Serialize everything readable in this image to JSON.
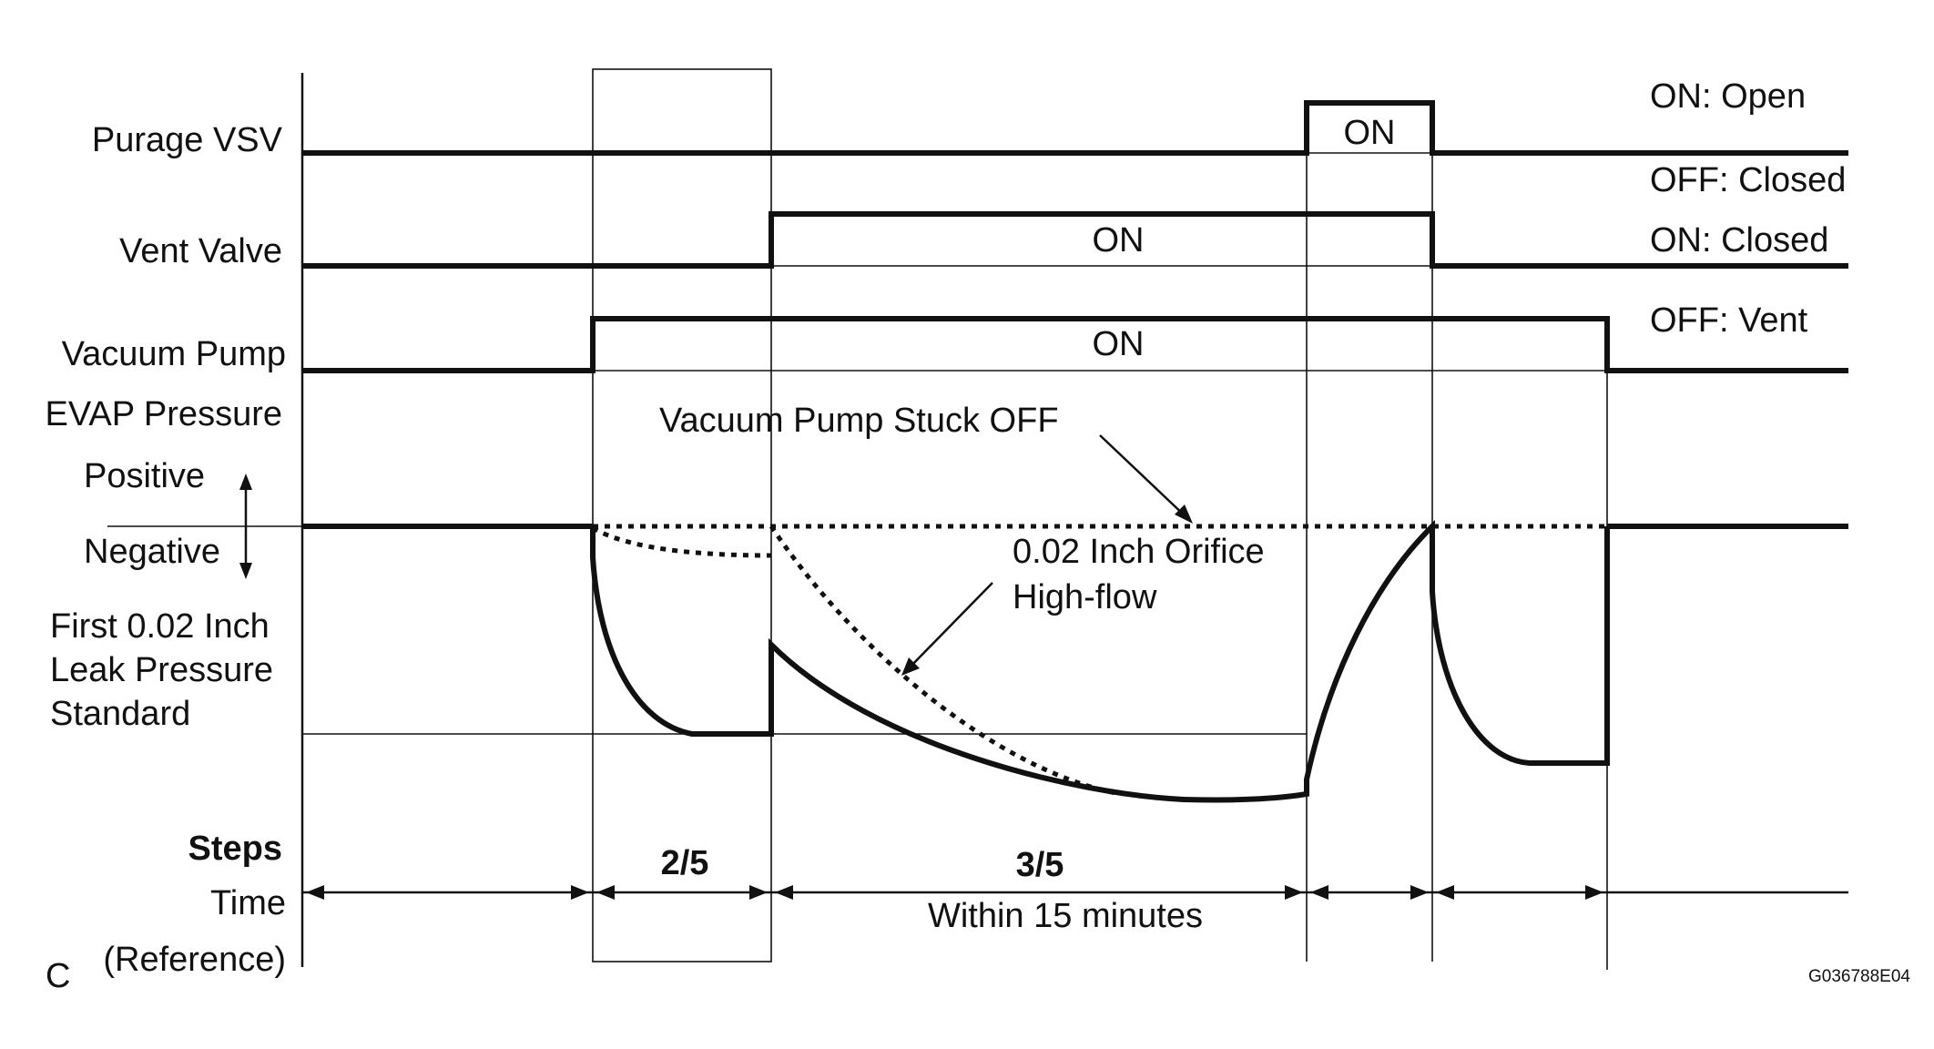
{
  "signals": {
    "purge_vsv": "Purage VSV",
    "vent_valve": "Vent Valve",
    "vacuum_pump": "Vacuum Pump",
    "evap_pressure": "EVAP Pressure"
  },
  "legend": {
    "purge_on": "ON: Open",
    "purge_off": "OFF: Closed",
    "vent_on": "ON: Closed",
    "vent_off": "OFF: Vent"
  },
  "pressure": {
    "positive": "Positive",
    "negative": "Negative",
    "standard_line1": "First 0.02 Inch",
    "standard_line2": "Leak Pressure",
    "standard_line3": "Standard"
  },
  "pulse_labels": {
    "purge_on": "ON",
    "vent_on": "ON",
    "pump_on": "ON"
  },
  "annotations": {
    "stuck_off": "Vacuum Pump Stuck OFF",
    "orifice_line1": "0.02 Inch Orifice",
    "orifice_line2": "High-flow"
  },
  "footer": {
    "steps": "Steps",
    "time": "Time",
    "reference": "(Reference)",
    "step_a": "2/5",
    "step_b": "3/5",
    "duration": "Within 15 minutes"
  },
  "corner_letter": "C",
  "figure_code": "G036788E04"
}
